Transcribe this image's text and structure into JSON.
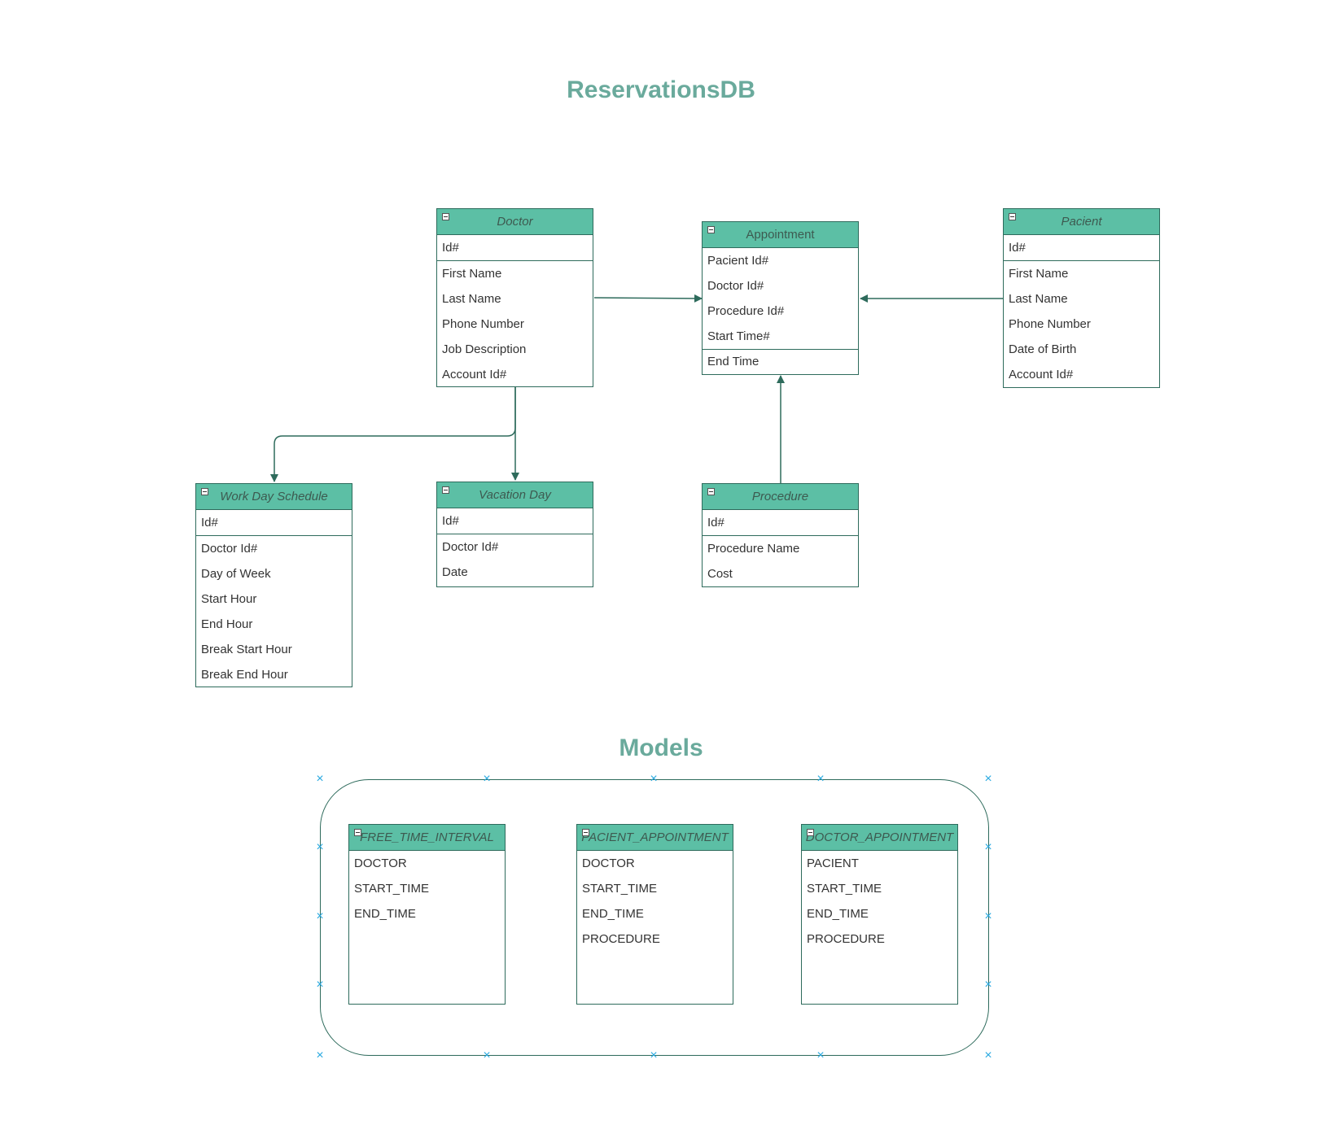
{
  "titles": {
    "main": "ReservationsDB",
    "models": "Models"
  },
  "colors": {
    "title": "#6aaa9c",
    "header_fill": "#5cbfa5",
    "border": "#2e6b5c",
    "handle": "#29a9e0"
  },
  "entities": {
    "doctor": {
      "name": "Doctor",
      "pk": "Id#",
      "fields": [
        "First Name",
        "Last Name",
        "Phone Number",
        "Job Description",
        "Account Id#"
      ]
    },
    "appointment": {
      "name": "Appointment",
      "fields": [
        "Pacient Id#",
        "Doctor Id#",
        "Procedure Id#",
        "Start Time#"
      ],
      "extra": "End Time"
    },
    "pacient": {
      "name": "Pacient",
      "pk": "Id#",
      "fields": [
        "First Name",
        "Last Name",
        "Phone Number",
        "Date of Birth",
        "Account Id#"
      ]
    },
    "work_day_schedule": {
      "name": "Work Day Schedule",
      "pk": "Id#",
      "fields": [
        "Doctor Id#",
        "Day of Week",
        "Start Hour",
        "End Hour",
        "Break Start Hour",
        "Break End Hour"
      ]
    },
    "vacation_day": {
      "name": "Vacation Day",
      "pk": "Id#",
      "fields": [
        "Doctor Id#",
        "Date"
      ]
    },
    "procedure": {
      "name": "Procedure",
      "pk": "Id#",
      "fields": [
        "Procedure Name",
        "Cost"
      ]
    }
  },
  "models": {
    "free_time_interval": {
      "name": "FREE_TIME_INTERVAL",
      "fields": [
        "DOCTOR",
        "START_TIME",
        "END_TIME"
      ]
    },
    "pacient_appointment": {
      "name": "PACIENT_APPOINTMENT",
      "fields": [
        "DOCTOR",
        "START_TIME",
        "END_TIME",
        "PROCEDURE"
      ]
    },
    "doctor_appointment": {
      "name": "DOCTOR_APPOINTMENT",
      "fields": [
        "PACIENT",
        "START_TIME",
        "END_TIME",
        "PROCEDURE"
      ]
    }
  },
  "relations": [
    {
      "from": "doctor",
      "to": "appointment"
    },
    {
      "from": "pacient",
      "to": "appointment"
    },
    {
      "from": "procedure",
      "to": "appointment"
    },
    {
      "from": "doctor",
      "to": "work_day_schedule"
    },
    {
      "from": "doctor",
      "to": "vacation_day"
    }
  ]
}
